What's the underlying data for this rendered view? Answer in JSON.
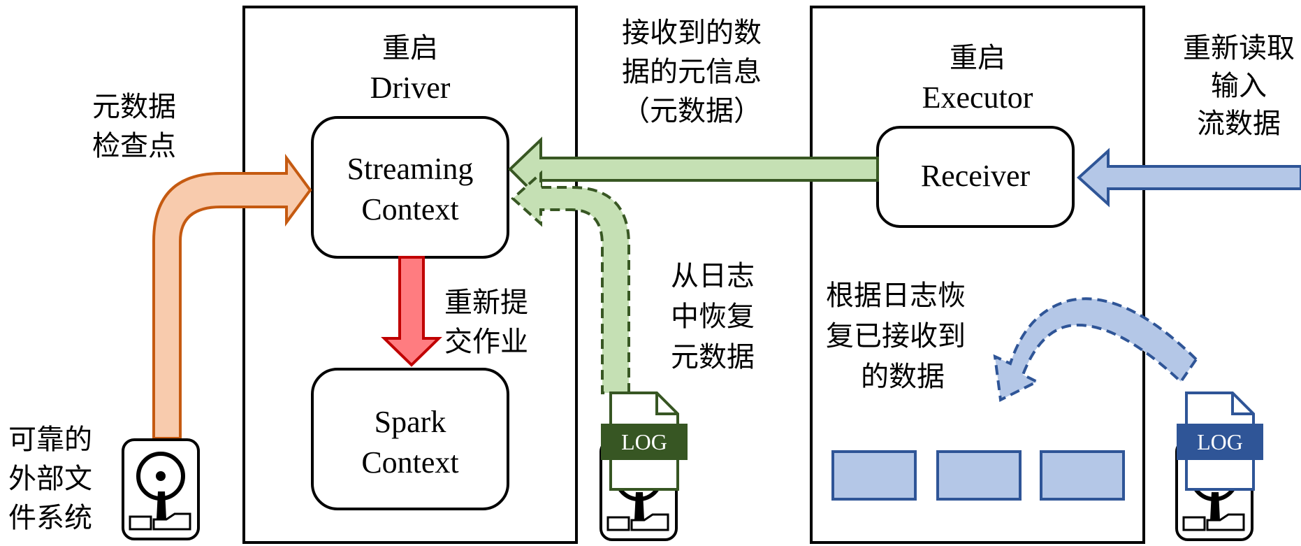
{
  "colors": {
    "orange_fill": "#f8cbad",
    "orange_stroke": "#c55a11",
    "green_fill": "#c5e0b4",
    "green_stroke": "#385723",
    "red_fill": "#ff7c80",
    "red_stroke": "#c00000",
    "blue_fill": "#b4c7e7",
    "blue_stroke": "#2f5597",
    "log_green": "#375623",
    "log_blue": "#2f5597"
  },
  "driver": {
    "restart_label": "重启",
    "name": "Driver",
    "streaming_context": [
      "Streaming",
      "Context"
    ],
    "spark_context": [
      "Spark",
      "Context"
    ],
    "resubmit_label": [
      "重新提",
      "交作业"
    ]
  },
  "executor": {
    "restart_label": "重启",
    "name": "Executor",
    "receiver": "Receiver",
    "recover_label": [
      "根据日志恢",
      "复已接收到",
      "的数据"
    ]
  },
  "metadata_checkpoint_label": [
    "元数据",
    "检查点"
  ],
  "reliable_fs_label": [
    "可靠的",
    "外部文",
    "件系统"
  ],
  "received_metadata_label": [
    "接收到的数",
    "据的元信息",
    "（元数据）"
  ],
  "recover_metadata_label": [
    "从日志",
    "中恢复",
    "元数据"
  ],
  "reread_input_label": [
    "重新读取",
    "输入",
    "流数据"
  ],
  "logs": {
    "driver_log": "LOG",
    "executor_log": "LOG"
  },
  "icons": [
    "disk-icon",
    "log-file-icon",
    "data-block"
  ]
}
